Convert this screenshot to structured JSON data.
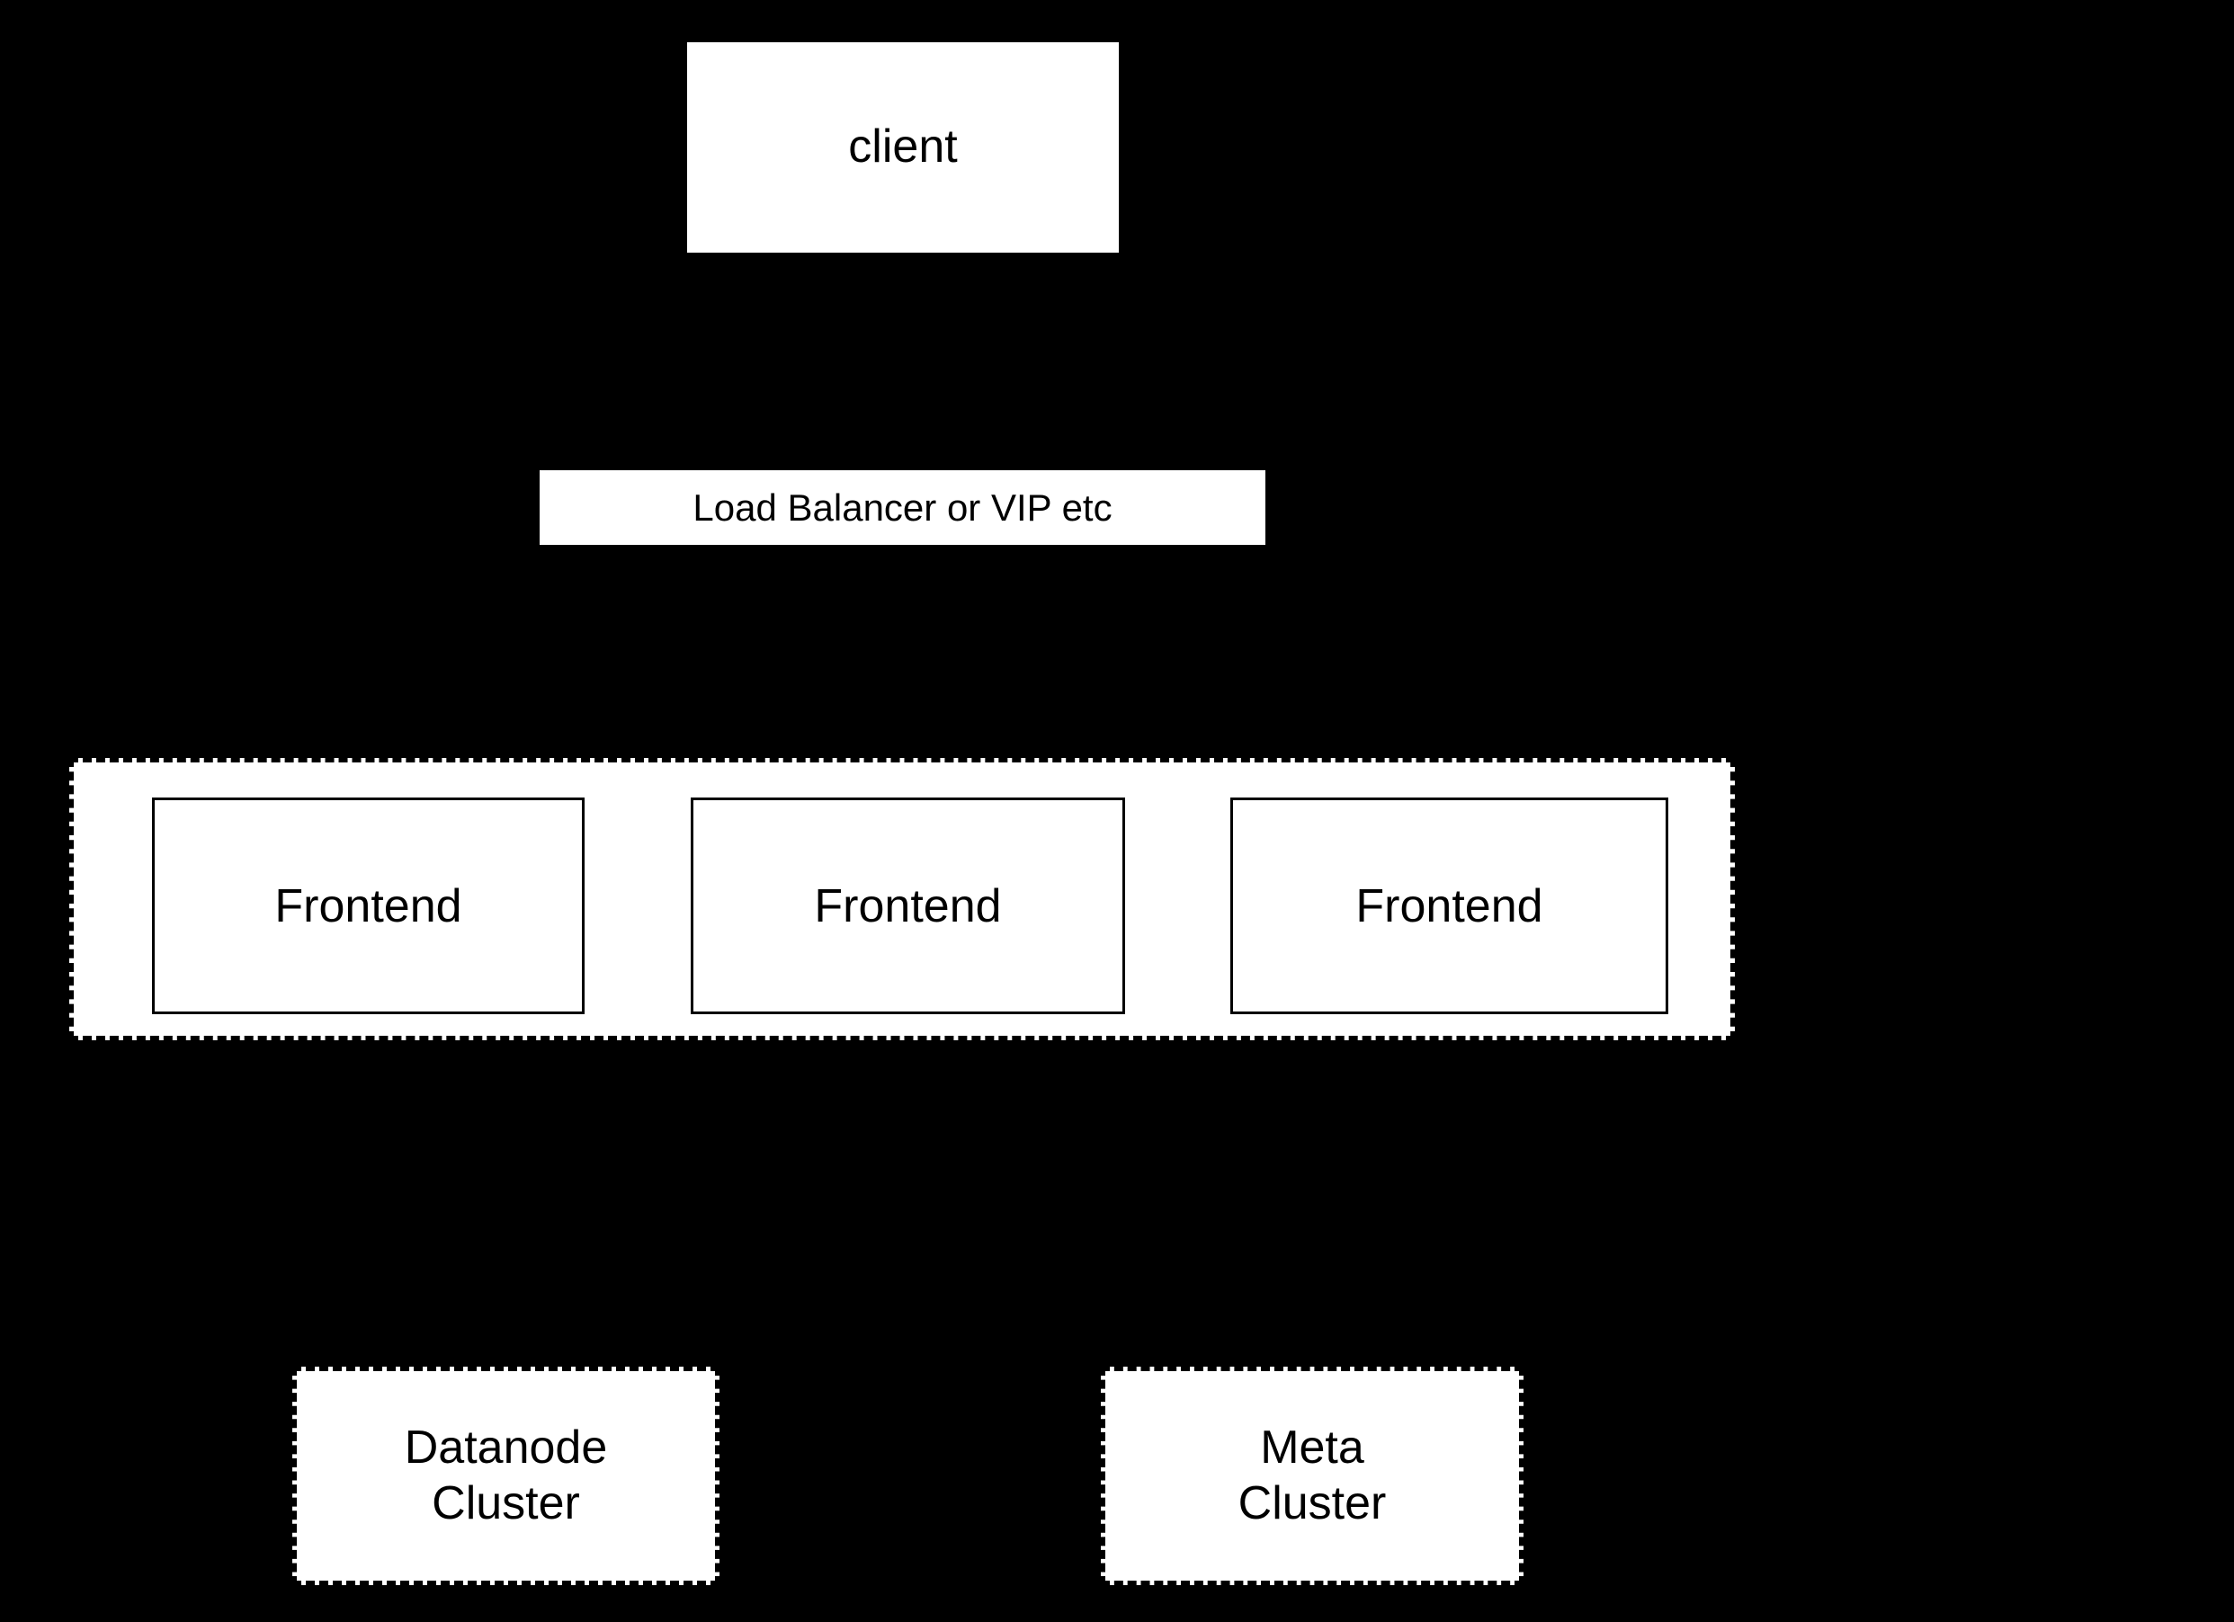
{
  "diagram": {
    "type": "architecture-block-diagram",
    "background_color": "#000000",
    "node_fill_color": "#ffffff",
    "stroke_color": "#000000",
    "text_color": "#000000",
    "nodes": {
      "client": {
        "label": "client",
        "shape": "rectangle",
        "border_style": "none"
      },
      "load_balancer": {
        "label": "Load Balancer or VIP etc",
        "shape": "rectangle",
        "border_style": "none"
      },
      "frontend_cluster": {
        "label": "",
        "shape": "rectangle",
        "border_style": "dashed"
      },
      "frontends": [
        {
          "label": "Frontend",
          "shape": "rectangle",
          "border_style": "solid"
        },
        {
          "label": "Frontend",
          "shape": "rectangle",
          "border_style": "solid"
        },
        {
          "label": "Frontend",
          "shape": "rectangle",
          "border_style": "solid"
        }
      ],
      "datanode_cluster": {
        "label": "Datanode\nCluster",
        "shape": "rectangle",
        "border_style": "dashed"
      },
      "meta_cluster": {
        "label": "Meta\nCluster",
        "shape": "rectangle",
        "border_style": "dashed"
      }
    }
  }
}
